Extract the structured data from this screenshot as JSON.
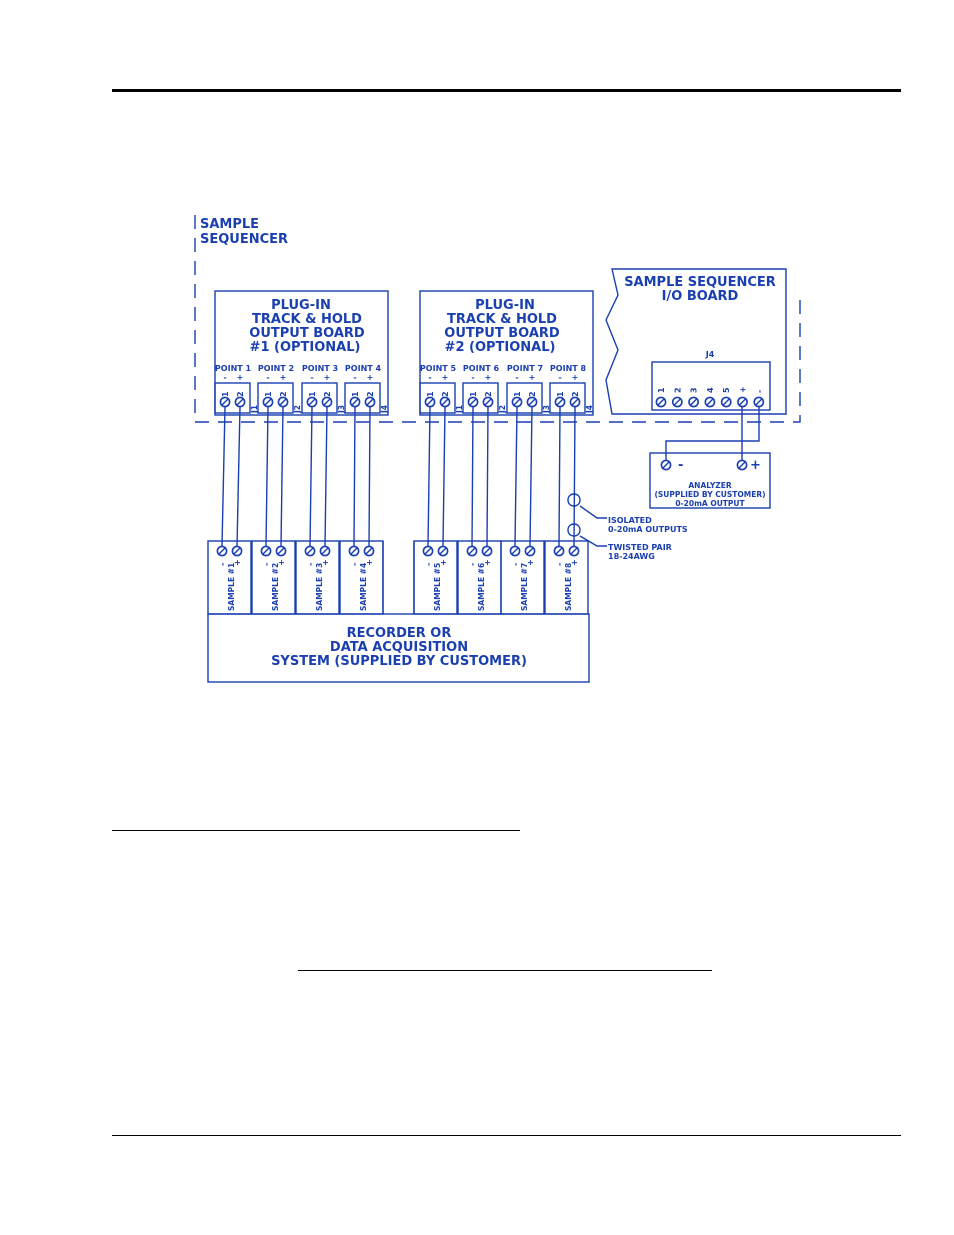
{
  "labels": {
    "sequencer": [
      "SAMPLE",
      "SEQUENCER"
    ],
    "track_hold_1": [
      "PLUG-IN",
      "TRACK & HOLD",
      "OUTPUT BOARD",
      "#1 (OPTIONAL)"
    ],
    "track_hold_2": [
      "PLUG-IN",
      "TRACK & HOLD",
      "OUTPUT BOARD",
      "#2 (OPTIONAL)"
    ],
    "io_board": [
      "SAMPLE SEQUENCER",
      "I/O BOARD"
    ],
    "j4_header": "J4",
    "j4_pins": [
      "1",
      "2",
      "3",
      "4",
      "5",
      "+",
      "-"
    ],
    "analyzer": [
      "ANALYZER",
      "(SUPPLIED BY CUSTOMER)",
      "0-20mA OUTPUT"
    ],
    "analyzer_minus": "-",
    "analyzer_plus": "+",
    "recorder": [
      "RECORDER OR",
      "DATA ACQUISITION",
      "SYSTEM (SUPPLIED BY CUSTOMER)"
    ],
    "isolated": [
      "ISOLATED",
      "0-20mA OUTPUTS"
    ],
    "twisted": [
      "TWISTED PAIR",
      "18-24AWG"
    ],
    "pin_1": "1",
    "pin_2": "2",
    "sign_minus": "-",
    "sign_plus": "+"
  },
  "points": [
    {
      "label": "POINT 1",
      "jack": "J1",
      "sample": "SAMPLE #1"
    },
    {
      "label": "POINT 2",
      "jack": "J2",
      "sample": "SAMPLE #2"
    },
    {
      "label": "POINT 3",
      "jack": "J3",
      "sample": "SAMPLE #3"
    },
    {
      "label": "POINT 4",
      "jack": "J4",
      "sample": "SAMPLE #4"
    },
    {
      "label": "POINT 5",
      "jack": "J1",
      "sample": "SAMPLE #5"
    },
    {
      "label": "POINT 6",
      "jack": "J2",
      "sample": "SAMPLE #6"
    },
    {
      "label": "POINT 7",
      "jack": "J3",
      "sample": "SAMPLE #7"
    },
    {
      "label": "POINT 8",
      "jack": "J4",
      "sample": "SAMPLE #8"
    }
  ],
  "colors": {
    "line": "#1a3fb0",
    "rule": "#000000"
  }
}
